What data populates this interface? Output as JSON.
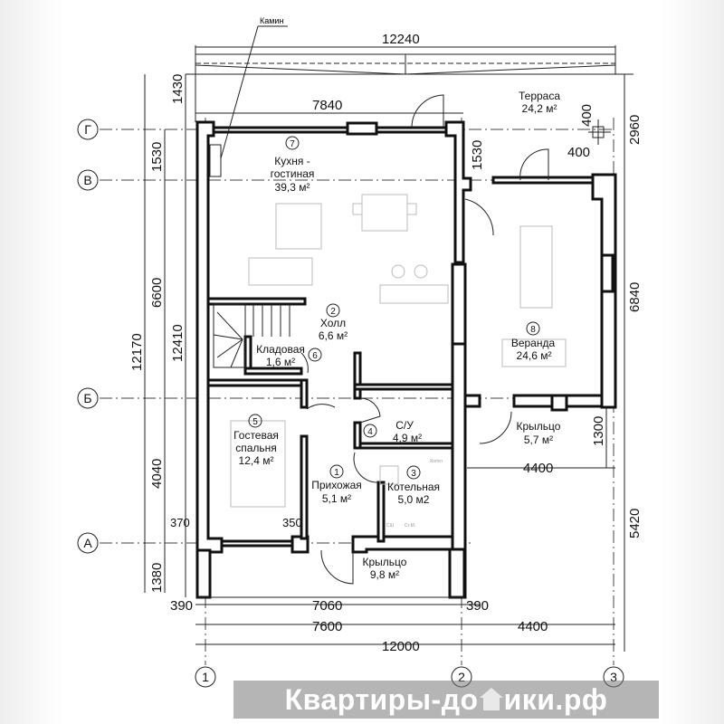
{
  "labels": {
    "fireplace": "Камин"
  },
  "axes": {
    "rows": [
      "Г",
      "В",
      "Б",
      "А"
    ],
    "cols": [
      "1",
      "2",
      "3"
    ]
  },
  "rooms": [
    {
      "num": "7",
      "name": [
        "Кухня -",
        "гостиная"
      ],
      "area": "39,3 м²"
    },
    {
      "num": "2",
      "name": [
        "Холл"
      ],
      "area": "6,6 м²"
    },
    {
      "num": "6",
      "name": [
        "Кладовая"
      ],
      "area": "1,6 м²"
    },
    {
      "num": "5",
      "name": [
        "Гостевая",
        "спальня"
      ],
      "area": "12,4 м²"
    },
    {
      "num": "4",
      "name": [
        "С/У"
      ],
      "area": "4,9 м²"
    },
    {
      "num": "1",
      "name": [
        "Прихожая"
      ],
      "area": "5,1 м²"
    },
    {
      "num": "3",
      "name": [
        "Котельная"
      ],
      "area": "5,0 м2"
    },
    {
      "num": "8",
      "name": [
        "Веранда"
      ],
      "area": "24,6 м²"
    },
    {
      "num": "",
      "name": [
        "Терраса"
      ],
      "area": "24,2 м²"
    },
    {
      "num": "",
      "name": [
        "Крыльцо"
      ],
      "area": "5,7 м²"
    },
    {
      "num": "",
      "name": [
        "Крыльцо"
      ],
      "area": "9,8 м²"
    }
  ],
  "dimensions": {
    "top_total": "12240",
    "top_house": "7840",
    "left_1430": "1430",
    "left_1530": "1530",
    "left_6600": "6600",
    "left_4040": "4040",
    "left_1380": "1380",
    "left_12170": "12170",
    "left_12410": "12410",
    "wall_370": "370",
    "wall_350": "350",
    "bottom_390_left": "390",
    "bottom_7060": "7060",
    "bottom_390_right": "390",
    "bottom_7600": "7600",
    "bottom_4400": "4400",
    "bottom_12000": "12000",
    "right_2960": "2960",
    "col_400_v": "400",
    "col_400_h": "400",
    "inner_1530": "1530",
    "right_6840": "6840",
    "right_1300": "1300",
    "porch_4400": "4400",
    "right_5420": "5420"
  },
  "appliance_labels": [
    "Котёл",
    "СШ",
    "Ст.М."
  ],
  "watermark": {
    "before": "Квартиры-до",
    "after": "ики.рф",
    "full": "Квартиры-домики.рф"
  }
}
